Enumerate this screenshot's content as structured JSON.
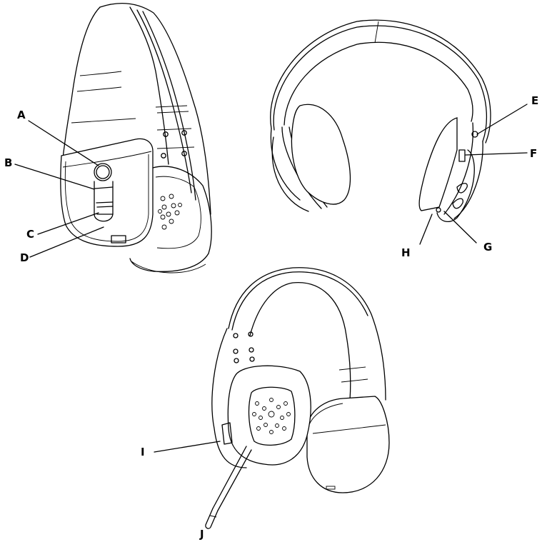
{
  "figure": {
    "description": "Headset line-art diagram with three views and labeled callouts",
    "views": [
      {
        "id": "side-view",
        "position": "top-left",
        "callouts": [
          "A",
          "B",
          "C",
          "D"
        ]
      },
      {
        "id": "front-view",
        "position": "top-right",
        "callouts": [
          "E",
          "F",
          "G",
          "H"
        ]
      },
      {
        "id": "mic-view",
        "position": "bottom-center",
        "callouts": [
          "I",
          "J"
        ]
      }
    ]
  },
  "callouts": {
    "A": "A",
    "B": "B",
    "C": "C",
    "D": "D",
    "E": "E",
    "F": "F",
    "G": "G",
    "H": "H",
    "I": "I",
    "J": "J"
  },
  "colors": {
    "line": "#000000",
    "background": "#ffffff"
  }
}
